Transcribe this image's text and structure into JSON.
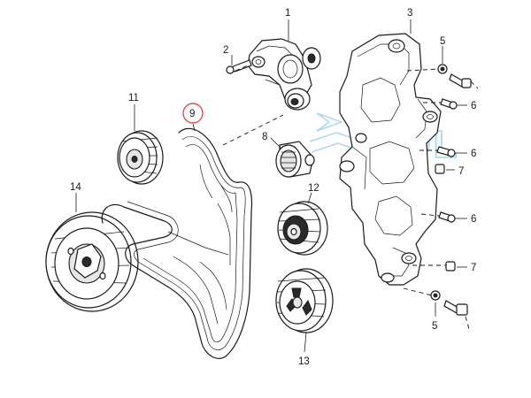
{
  "callouts": {
    "c1": "1",
    "c2": "2",
    "c3": "3",
    "c5a": "5",
    "c5b": "5",
    "c6a": "6",
    "c6b": "6",
    "c6c": "6",
    "c7a": "7",
    "c7b": "7",
    "c8": "8",
    "c9": "9",
    "c11": "11",
    "c12": "12",
    "c13": "13",
    "c14": "14"
  },
  "highlight": {
    "part": "9",
    "color": "#d9534f"
  },
  "watermark": {
    "text": "SOL",
    "color": "#5bb3e0"
  }
}
